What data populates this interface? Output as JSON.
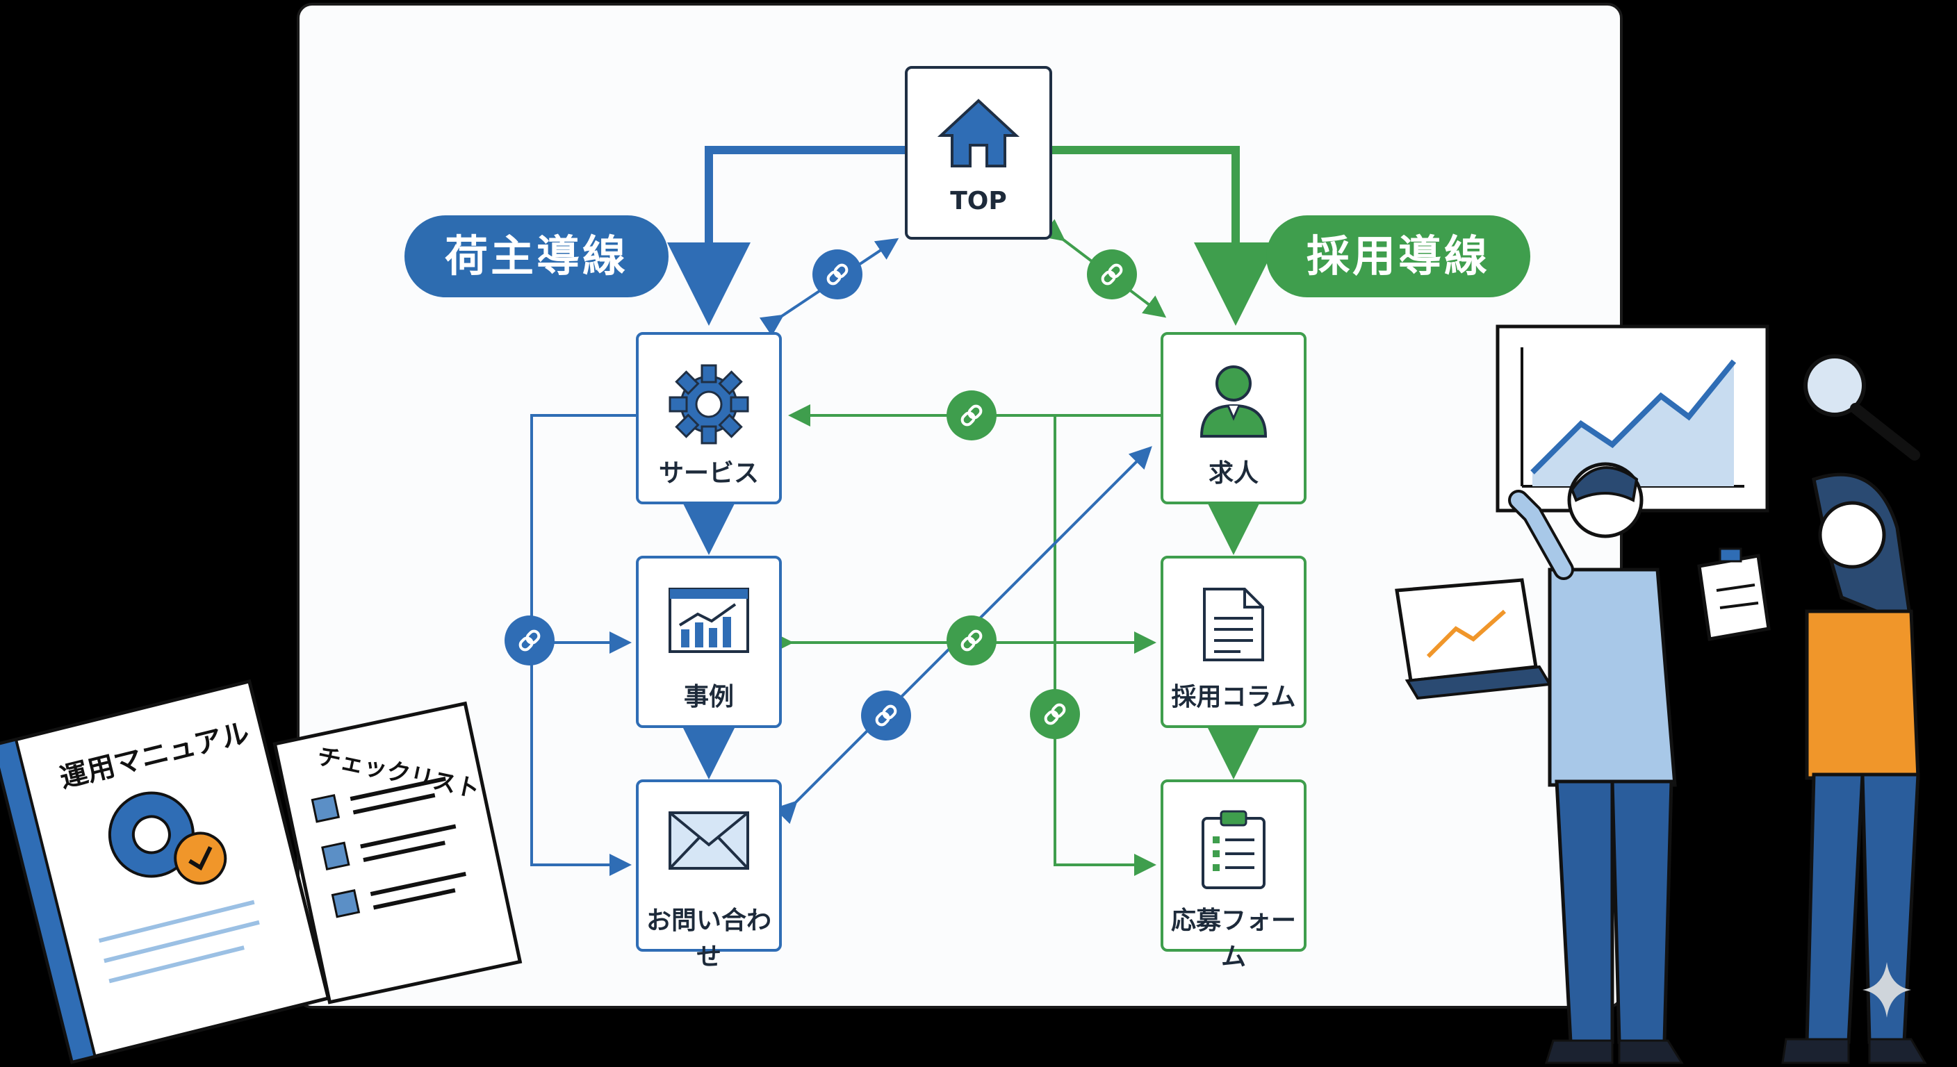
{
  "diagram": {
    "top_label": "TOP",
    "left_flow_title": "荷主導線",
    "right_flow_title": "採用導線",
    "left_nodes": [
      "サービス",
      "事例",
      "お問い合わせ"
    ],
    "right_nodes": [
      "求人",
      "採用コラム",
      "応募フォーム"
    ]
  },
  "documents": {
    "manual_title": "運用マニュアル",
    "checklist_title": "チェックリスト"
  },
  "colors": {
    "blue": "#2f6db5",
    "green": "#3f9e4d",
    "orange": "#f0962a",
    "dark": "#1d2a3a"
  },
  "icons": {
    "top": "house-icon",
    "service": "gear-icon",
    "case": "chart-icon",
    "contact": "envelope-icon",
    "job": "person-icon",
    "column": "document-icon",
    "form": "clipboard-icon",
    "link": "link-icon"
  }
}
